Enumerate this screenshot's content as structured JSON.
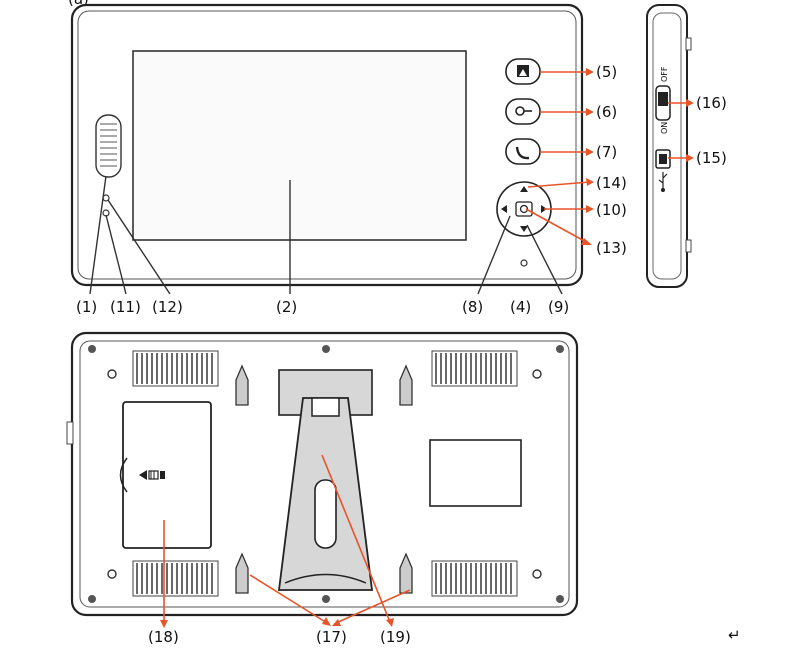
{
  "diagram": {
    "top_label": "(a)",
    "front_labels": {
      "l1": "(1)",
      "l2": "(2)",
      "l4": "(4)",
      "l5": "(5)",
      "l6": "(6)",
      "l7": "(7)",
      "l8": "(8)",
      "l9": "(9)",
      "l10": "(10)",
      "l11": "(11)",
      "l12": "(12)",
      "l13": "(13)",
      "l14": "(14)"
    },
    "side_labels": {
      "l15": "(15)",
      "l16": "(16)",
      "off": "OFF",
      "on": "ON"
    },
    "back_labels": {
      "l17": "(17)",
      "l18": "(18)",
      "l19": "(19)"
    },
    "return_mark": "↵"
  },
  "colors": {
    "outline": "#222222",
    "arrow": "#e8542a",
    "stand": "#d7d7d7"
  }
}
